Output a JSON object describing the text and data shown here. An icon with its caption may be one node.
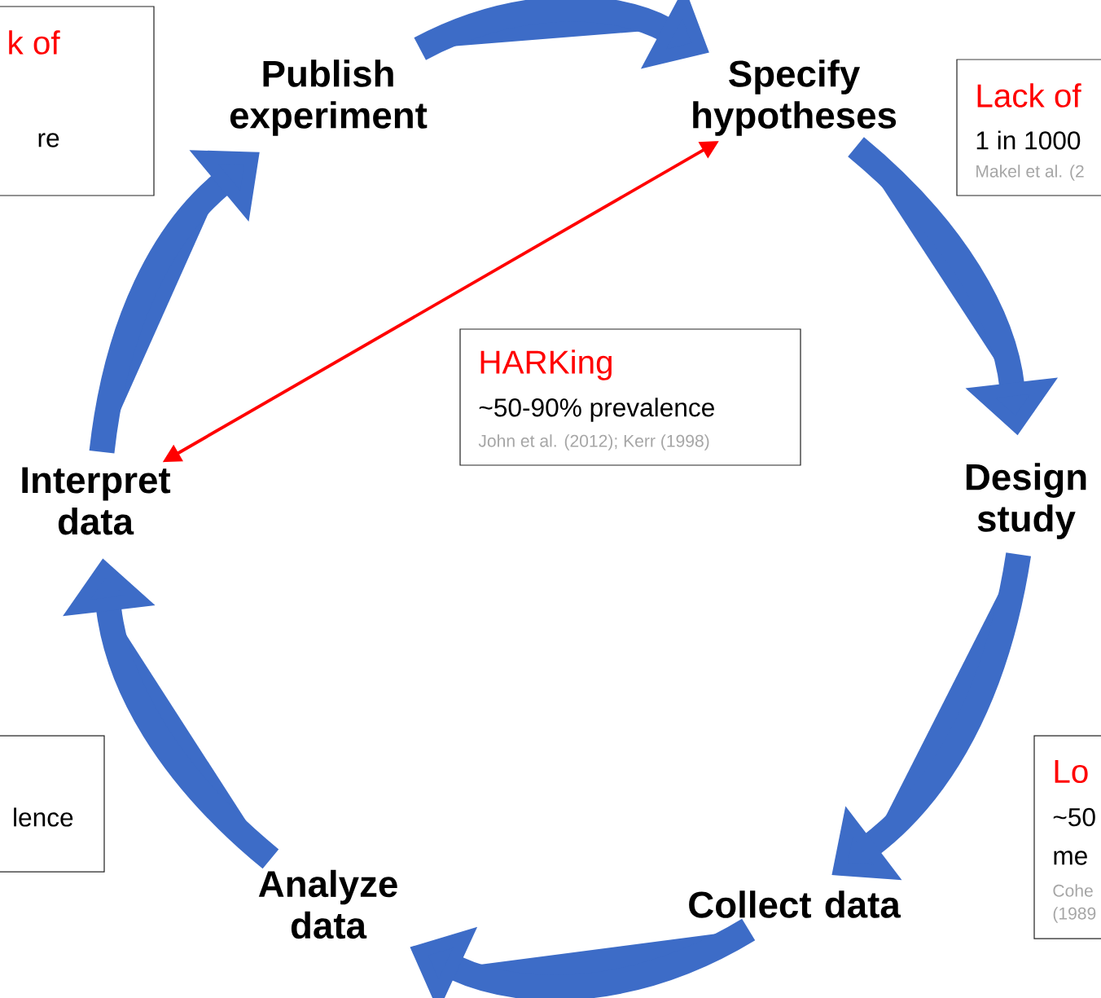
{
  "diagram": {
    "nodes": [
      {
        "text": [
          "Publish experiment"
        ]
      },
      {
        "text": [
          "Specify hypotheses"
        ]
      },
      {
        "text": [
          "Lack of",
          "1 in 1000",
          "Makel et al. (2"
        ]
      },
      {
        "text": [
          "k of",
          "re"
        ]
      },
      {
        "text": [
          "HARKing",
          "~50-90% prevalence",
          "John et al. (2012); Kerr (1998)"
        ]
      },
      {
        "text": [
          "Interpret data"
        ]
      },
      {
        "text": [
          "Design study"
        ]
      },
      {
        "text": [
          "lence"
        ]
      },
      {
        "text": [
          "Lo",
          "~50",
          "me",
          "Cohe",
          "(1989"
        ]
      },
      {
        "text": [
          "Analyze data"
        ]
      },
      {
        "text": [
          "Collect data"
        ]
      }
    ],
    "edges": [
      {
        "from": 0,
        "to": 1,
        "arrow": "to"
      },
      {
        "from": 1,
        "to": 6,
        "arrow": "to"
      },
      {
        "from": 6,
        "to": 10,
        "arrow": "to"
      },
      {
        "from": 10,
        "to": 9,
        "arrow": "to"
      },
      {
        "from": 9,
        "to": 5,
        "arrow": "to"
      },
      {
        "from": 5,
        "to": 0,
        "arrow": "to"
      },
      {
        "from": 1,
        "to": 5,
        "arrow": "both",
        "color": "#ff0000"
      }
    ]
  }
}
